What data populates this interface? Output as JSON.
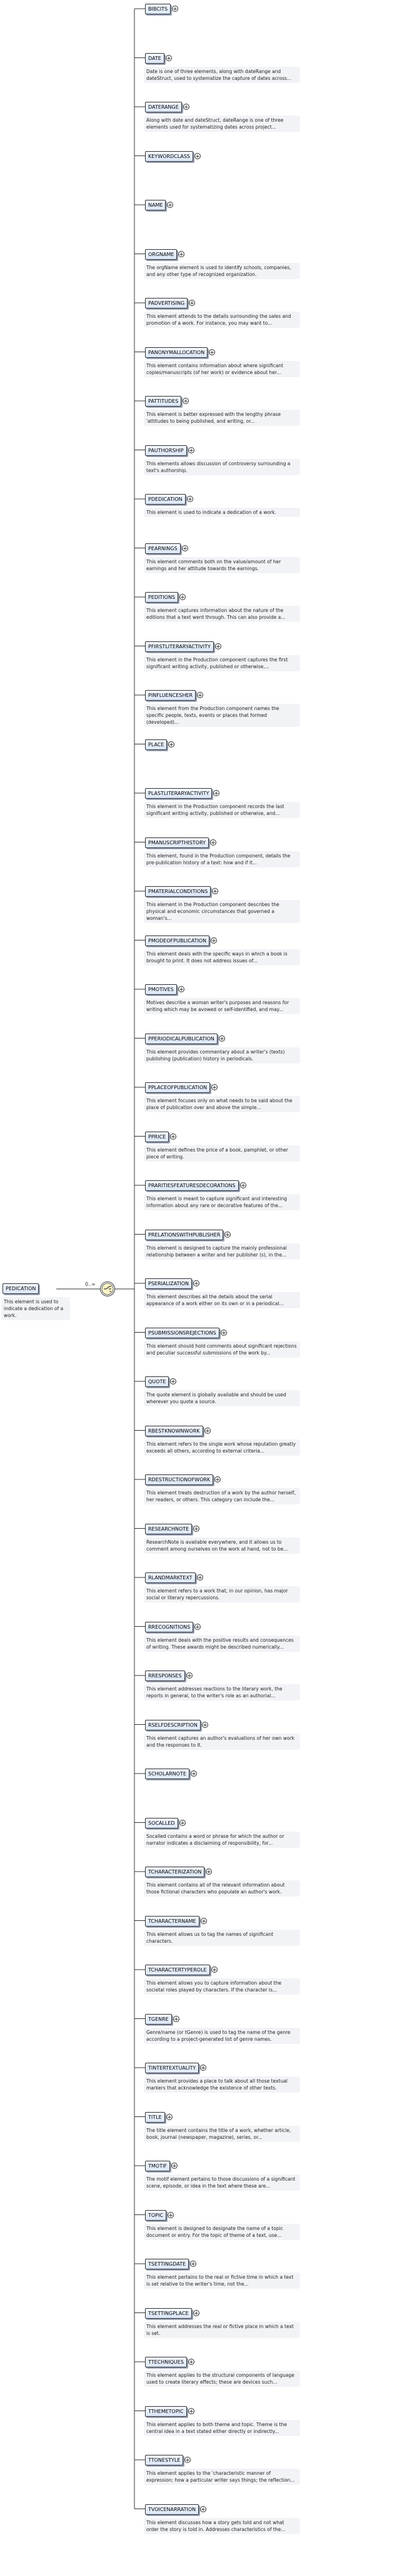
{
  "root": {
    "name": "PEDICATION",
    "description": "This element is used to indicate a dedication of a work."
  },
  "cardinality": "0..∞",
  "children": [
    {
      "name": "BIBCITS",
      "desc": ""
    },
    {
      "name": "DATE",
      "desc": "Date is one of three elements, along with dateRange and dateStruct, used to systematize the capture of dates across..."
    },
    {
      "name": "DATERANGE",
      "desc": "Along with date and dateStruct, dateRange is one of three elements used for systematizing dates across project..."
    },
    {
      "name": "KEYWORDCLASS",
      "desc": ""
    },
    {
      "name": "NAME",
      "desc": ""
    },
    {
      "name": "ORGNAME",
      "desc": "The orgName element is used to identify schools, companies, and any other type of recognized organization."
    },
    {
      "name": "PADVERTISING",
      "desc": "This element attends to the details surrounding the sales and promotion of a work. For instance, you may want to..."
    },
    {
      "name": "PANONYMALLOCATION",
      "desc": "This element contains information about where significant copies/manuscripts (of her work) or evidence about her..."
    },
    {
      "name": "PATTITUDES",
      "desc": "This element is better expressed with the lengthy phrase 'attitudes to being published, and writing, or..."
    },
    {
      "name": "PAUTHORSHIP",
      "desc": "This elements allows discussion of controversy surrounding a text's authorship."
    },
    {
      "name": "PDEDICATION",
      "desc": "This element is used to indicate a dedication of a work."
    },
    {
      "name": "PEARNINGS",
      "desc": "This element comments both on the value/amount of her earnings and her attitude towards the earnings."
    },
    {
      "name": "PEDITIONS",
      "desc": "This element captures information about the nature of the editions that a text went through. This can also provide a..."
    },
    {
      "name": "PFIRSTLITERARYACTIVITY",
      "desc": "This element in the Production component captures the first significant writing activity, published or otherwise,..."
    },
    {
      "name": "PINFLUENCESHER",
      "desc": "This element from the Production component names the specific people, texts, events or places that formed (developed)..."
    },
    {
      "name": "PLACE",
      "desc": ""
    },
    {
      "name": "PLASTLITERARYACTIVITY",
      "desc": "This element in the Production component records the last significant writing activity, published or otherwise, and..."
    },
    {
      "name": "PMANUSCRIPTHISTORY",
      "desc": "This element, found in the Production component, details the pre-publication history of a text: how and if it..."
    },
    {
      "name": "PMATERIALCONDITIONS",
      "desc": "This element in the Production component describes the physical and economic circumstances that governed a woman's..."
    },
    {
      "name": "PMODEOFPUBLICATION",
      "desc": "This element deals with the specific ways in which a book is brought to print. It does not address issues of..."
    },
    {
      "name": "PMOTIVES",
      "desc": "Motives describe a woman writer's purposes and reasons for writing which may be avowed or self-identified, and may..."
    },
    {
      "name": "PPERIODICALPUBLICATION",
      "desc": "This element provides commentary about a writer's (texts) publishing (publication) history in periodicals."
    },
    {
      "name": "PPLACEOFPUBLICATION",
      "desc": "This element focuses only on what needs to be said about the place of publication over and above the simple..."
    },
    {
      "name": "PPRICE",
      "desc": "This element defines the price of a book, pamphlet, or other piece of writing."
    },
    {
      "name": "PRARITIESFEATURESDECORATIONS",
      "desc": "This element is meant to capture significant and interesting information about any rare or decorative features of the..."
    },
    {
      "name": "PRELATIONSWITHPUBLISHER",
      "desc": "This element is designed to capture the mainly professional relationship between a writer and her publisher (s), in the..."
    },
    {
      "name": "PSERIALIZATION",
      "desc": "This element describes all the details about the serial appearance of a work either on its own or in a periodical..."
    },
    {
      "name": "PSUBMISSIONSREJECTIONS",
      "desc": "This element should hold comments about significant rejections and peculiar successful submissions of the work by..."
    },
    {
      "name": "QUOTE",
      "desc": "The quote element is globally available and should be used wherever you quote a source."
    },
    {
      "name": "RBESTKNOWNWORK",
      "desc": "This element refers to the single work whose reputation greatly exceeds all others, according to external criteria..."
    },
    {
      "name": "RDESTRUCTIONOFWORK",
      "desc": "This element treats destruction of a work by the author herself, her readers, or others. This category can include the..."
    },
    {
      "name": "RESEARCHNOTE",
      "desc": "ResearchNote is available everywhere, and it allows us to comment among ourselves on the work at hand, not to be..."
    },
    {
      "name": "RLANDMARKTEXT",
      "desc": "This element refers to a work that, in our opinion, has major social or literary repercussions."
    },
    {
      "name": "RRECOGNITIONS",
      "desc": "This element deals with the positive results and consequences of writing. These awards might be described numerically..."
    },
    {
      "name": "RRESPONSES",
      "desc": "This element addresses reactions to the literary work, the reports in general, to the writer's role as an authorial..."
    },
    {
      "name": "RSELFDESCRIPTION",
      "desc": "This element captures an author's evaluations of her own work and the responses to it."
    },
    {
      "name": "SCHOLARNOTE",
      "desc": ""
    },
    {
      "name": "SOCALLED",
      "desc": "Socalled contains a word or phrase for which the author or narrator indicates a disclaiming of responsibility, for..."
    },
    {
      "name": "TCHARACTERIZATION",
      "desc": "This element contains all of the relevant information about those fictional characters who populate an author's work."
    },
    {
      "name": "TCHARACTERNAME",
      "desc": "This element allows us to tag the names of significant characters."
    },
    {
      "name": "TCHARACTERTYPEROLE",
      "desc": "This element allows you to capture information about the societal roles played by characters. If the character is..."
    },
    {
      "name": "TGENRE",
      "desc": "Genre/name (or tGenre) is used to tag the name of the genre according to a project-generated list of genre names."
    },
    {
      "name": "TINTERTEXTUALITY",
      "desc": "This element provides a place to talk about all those textual markers that acknowledge the existence of other texts."
    },
    {
      "name": "TITLE",
      "desc": "The title element contains the title of a work, whether article, book, journal (newspaper, magazine), series, or..."
    },
    {
      "name": "TMOTIF",
      "desc": "The motif element pertains to those discussions of a significant scene, episode, or idea in the text where these are..."
    },
    {
      "name": "TOPIC",
      "desc": "This element is designed to designate the name of a topic document or entry. For the topic of theme of a text, use..."
    },
    {
      "name": "TSETTINGDATE",
      "desc": "This element pertains to the real or fictive time in which a text is set relative to the writer's time, not the..."
    },
    {
      "name": "TSETTINGPLACE",
      "desc": "This element addresses the real or fictive place in which a text is set."
    },
    {
      "name": "TTECHNIQUES",
      "desc": "This element applies to the structural components of language used to create literary effects; these are devices such..."
    },
    {
      "name": "TTHEMETOPIC",
      "desc": "This element applies to both theme and topic. Theme is the central idea in a text stated either directly or indirectly..."
    },
    {
      "name": "TTONESTYLE",
      "desc": "This element applies to the 'characteristic manner of expression; how a particular writer says things; the reflection..."
    },
    {
      "name": "TVOICENARRATION",
      "desc": "This element discusses how a story gets told and not what order the story is told in. Addresses characteristics of the..."
    }
  ]
}
